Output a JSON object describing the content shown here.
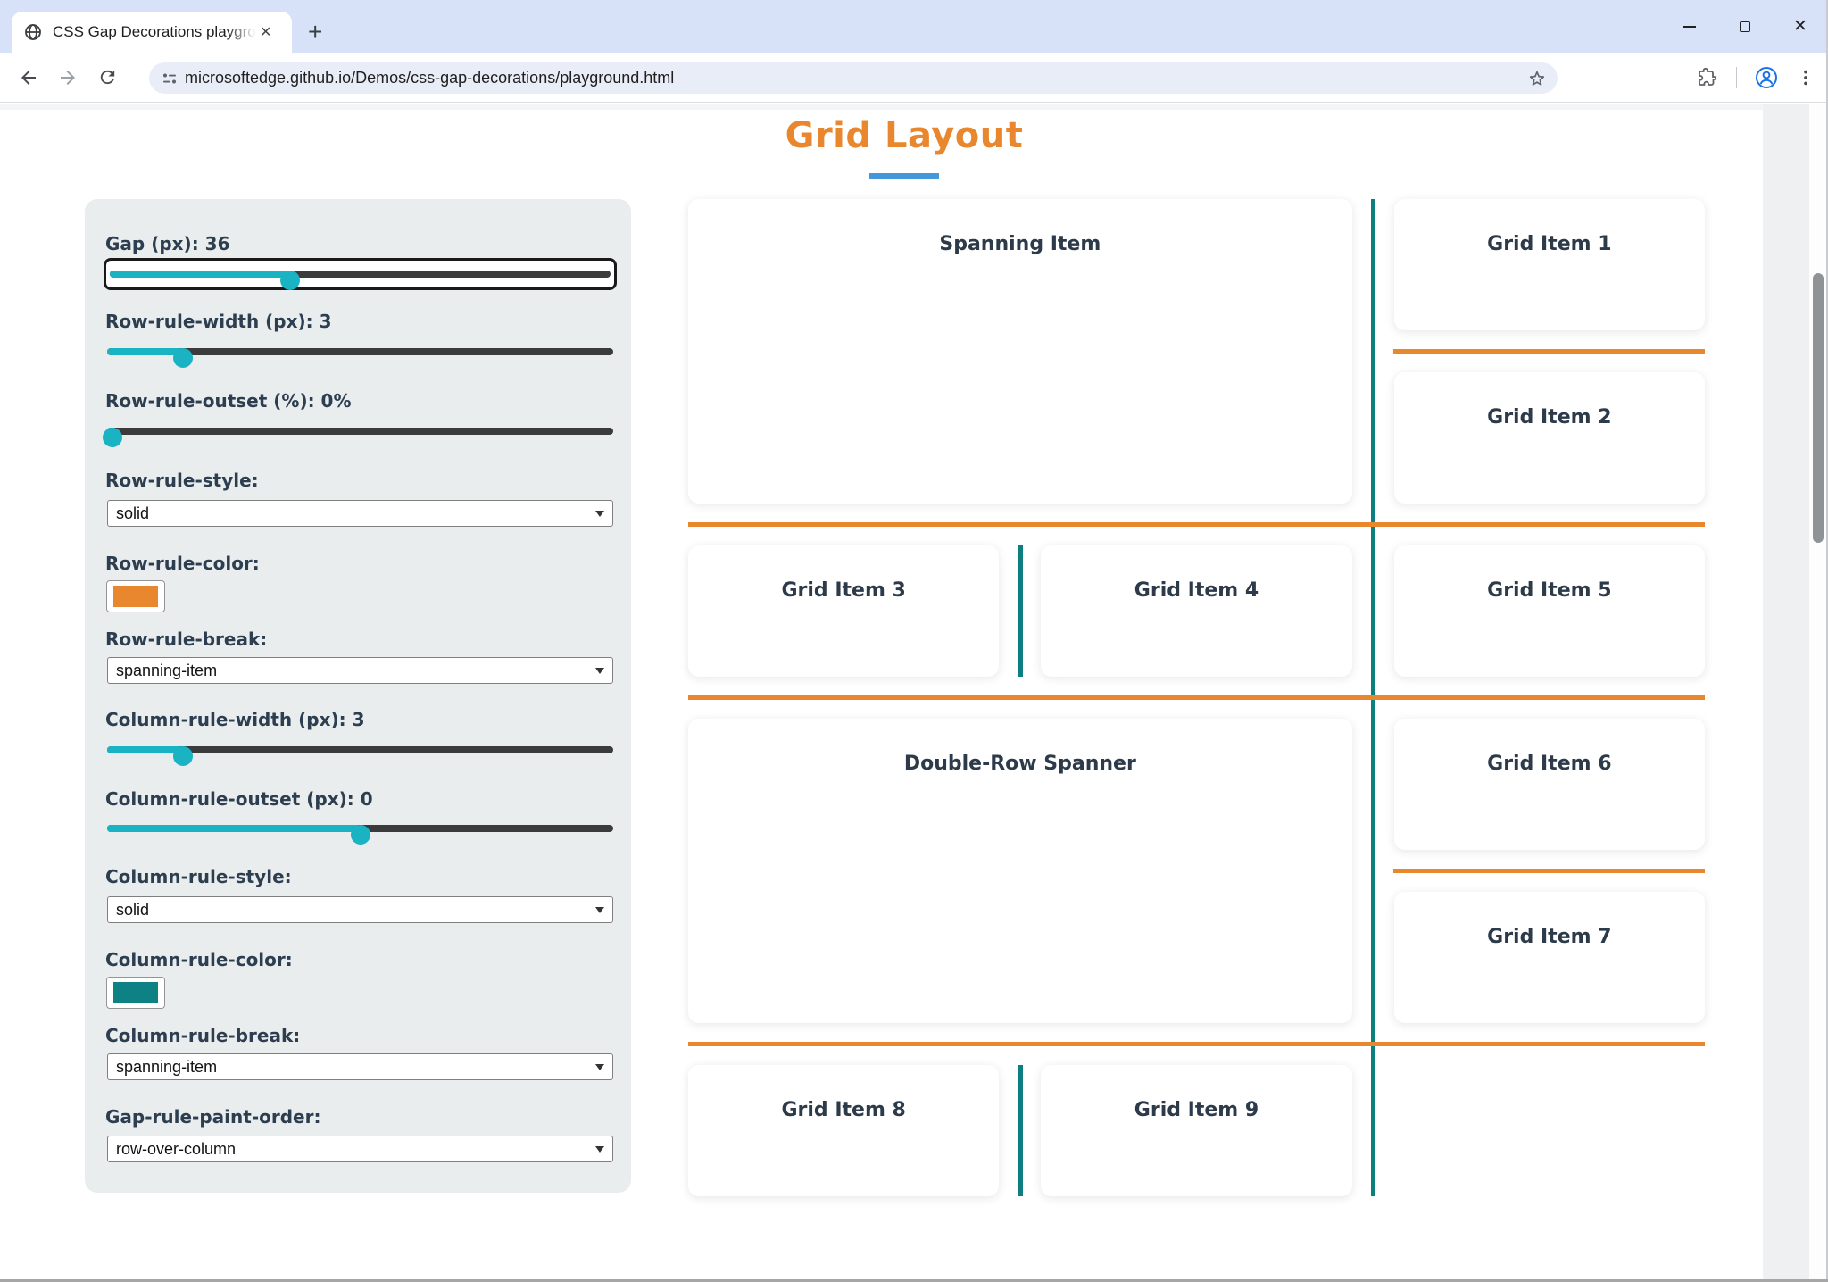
{
  "browser": {
    "tab": {
      "title": "CSS Gap Decorations playgroun",
      "close_glyph": "✕",
      "favicon": "globe-icon"
    },
    "new_tab_button": "+",
    "address_bar": {
      "url": "microsoftedge.github.io/Demos/css-gap-decorations/playground.html"
    },
    "icons": [
      "back-icon",
      "forward-icon",
      "reload-icon",
      "site-info-icon",
      "bookmark-star-icon",
      "extensions-icon",
      "profile-icon",
      "menu-icon",
      "minimize-icon",
      "maximize-icon",
      "close-icon"
    ]
  },
  "page": {
    "title": "Grid Layout",
    "colors": {
      "title_orange": "#e8872e",
      "underline_blue": "#4298d8",
      "row_rule_orange": "#e8872e",
      "column_rule_teal": "#0e7f81",
      "slider_accent_teal": "#1ab3c4",
      "panel_background": "#e9edee",
      "label_text": "#2d3e50"
    }
  },
  "controls": [
    {
      "label": "Gap (px): 36",
      "type": "slider",
      "percent": 36,
      "focused": true
    },
    {
      "label": "Row-rule-width (px): 3",
      "type": "slider",
      "percent": 15
    },
    {
      "label": "Row-rule-outset (%): 0%",
      "type": "slider",
      "percent": 1
    },
    {
      "label": "Row-rule-style:",
      "type": "select",
      "value": "solid"
    },
    {
      "label": "Row-rule-color:",
      "type": "color",
      "value": "#e8872e"
    },
    {
      "label": "Row-rule-break:",
      "type": "select",
      "value": "spanning-item"
    },
    {
      "label": "Column-rule-width (px): 3",
      "type": "slider",
      "percent": 15
    },
    {
      "label": "Column-rule-outset (px): 0",
      "type": "slider",
      "percent": 50
    },
    {
      "label": "Column-rule-style:",
      "type": "select",
      "value": "solid"
    },
    {
      "label": "Column-rule-color:",
      "type": "color",
      "value": "#0d8183"
    },
    {
      "label": "Column-rule-break:",
      "type": "select",
      "value": "spanning-item"
    },
    {
      "label": "Gap-rule-paint-order:",
      "type": "select",
      "value": "row-over-column"
    }
  ],
  "grid": {
    "items": [
      "Spanning Item",
      "Grid Item 1",
      "Grid Item 2",
      "Grid Item 3",
      "Grid Item 4",
      "Grid Item 5",
      "Double-Row Spanner",
      "Grid Item 6",
      "Grid Item 7",
      "Grid Item 8",
      "Grid Item 9"
    ]
  }
}
